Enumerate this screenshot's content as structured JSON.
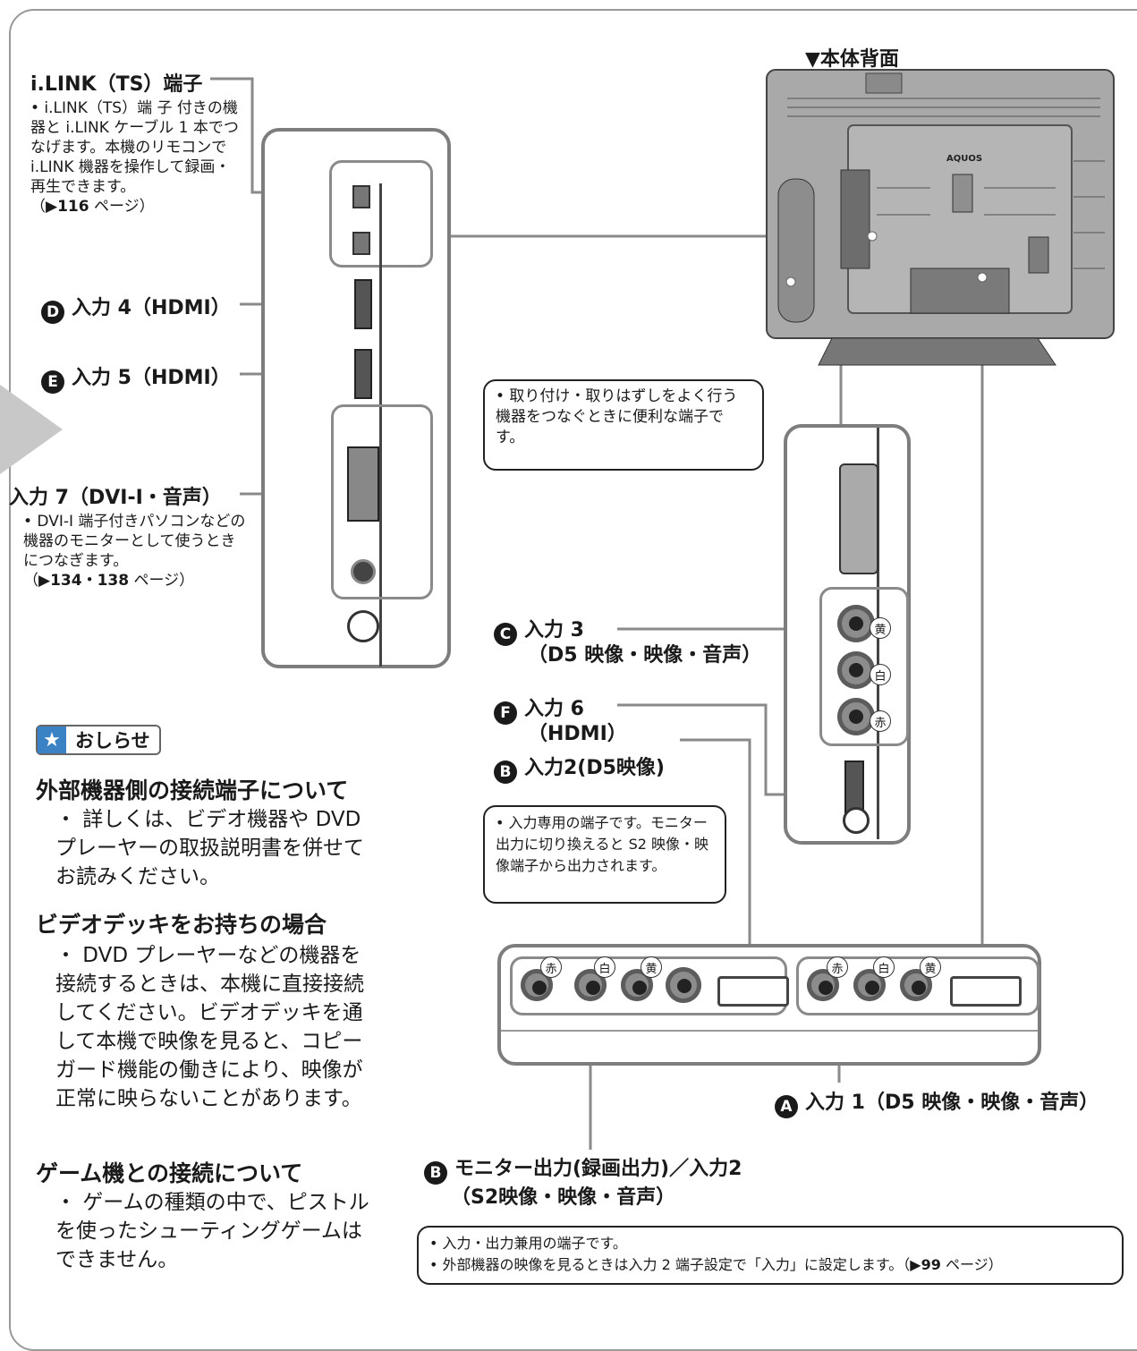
{
  "rear_view_title": "▼本体背面",
  "tv_logo": "AQUOS",
  "ilink": {
    "title": "i.LINK（TS）端子",
    "desc": "• i.LINK（TS）端 子 付きの機器と i.LINK ケーブル 1 本でつなげます。本機のリモコンで i.LINK 機器を操作して録画・再生できます。",
    "page_ref_prefix": "（▶",
    "page_ref_num": "116",
    "page_ref_suffix": " ページ）"
  },
  "input4": {
    "letter": "D",
    "label": "入力 4（HDMI）"
  },
  "input5": {
    "letter": "E",
    "label": "入力 5（HDMI）"
  },
  "input7": {
    "title": "入力 7（DVI-I・音声）",
    "desc": "• DVI-I 端子付きパソコンなどの機器のモニターとして使うときにつなぎます。",
    "page_ref_prefix": "（▶",
    "page_ref_num": "134・138",
    "page_ref_suffix": " ページ）"
  },
  "bubble_side": "• 取り付け・取りはずしをよく行う機器をつなぐときに便利な端子です。",
  "input3": {
    "letter": "C",
    "line1": "入力 3",
    "line2": "（D5 映像・映像・音声）"
  },
  "input6": {
    "letter": "F",
    "line1": "入力 6",
    "line2": "（HDMI）"
  },
  "input2_d5": {
    "letter": "B",
    "label": "入力2(D5映像)"
  },
  "bubble_input2": "• 入力専用の端子です。モニター出力に切り換えると S2 映像・映像端子から出力されます。",
  "jack_tags": {
    "yellow": "黄",
    "white": "白",
    "red": "赤"
  },
  "input1": {
    "letter": "A",
    "label": "入力 1（D5 映像・映像・音声）"
  },
  "monitor_out": {
    "letter": "B",
    "line1": "モニター出力(録画出力)／入力2",
    "line2": "（S2映像・映像・音声）"
  },
  "bottom_bubble": {
    "line1": "• 入力・出力兼用の端子です。",
    "line2_prefix": "• 外部機器の映像を見るときは入力 2 端子設定で「入力」に設定します。（▶",
    "line2_num": "99",
    "line2_suffix": " ページ）"
  },
  "notice": {
    "badge": "おしらせ",
    "sections": [
      {
        "heading": "外部機器側の接続端子について",
        "body": "・ 詳しくは、ビデオ機器や DVD プレーヤーの取扱説明書を併せてお読みください。"
      },
      {
        "heading": "ビデオデッキをお持ちの場合",
        "body": "・ DVD プレーヤーなどの機器を接続するときは、本機に直接接続してください。ビデオデッキを通して本機で映像を見ると、コピーガード機能の働きにより、映像が正常に映らないことがあります。"
      },
      {
        "heading": "ゲーム機との接続について",
        "body": "・ ゲームの種類の中で、ピストルを使ったシューティングゲームはできません。"
      }
    ]
  },
  "colors": {
    "frame": "#9a9a9a",
    "panel_border": "#7d7d7d",
    "tv_body": "#a9a9a9",
    "star_badge": "#3a82c4",
    "tab_arrow": "#c8c8c8"
  }
}
